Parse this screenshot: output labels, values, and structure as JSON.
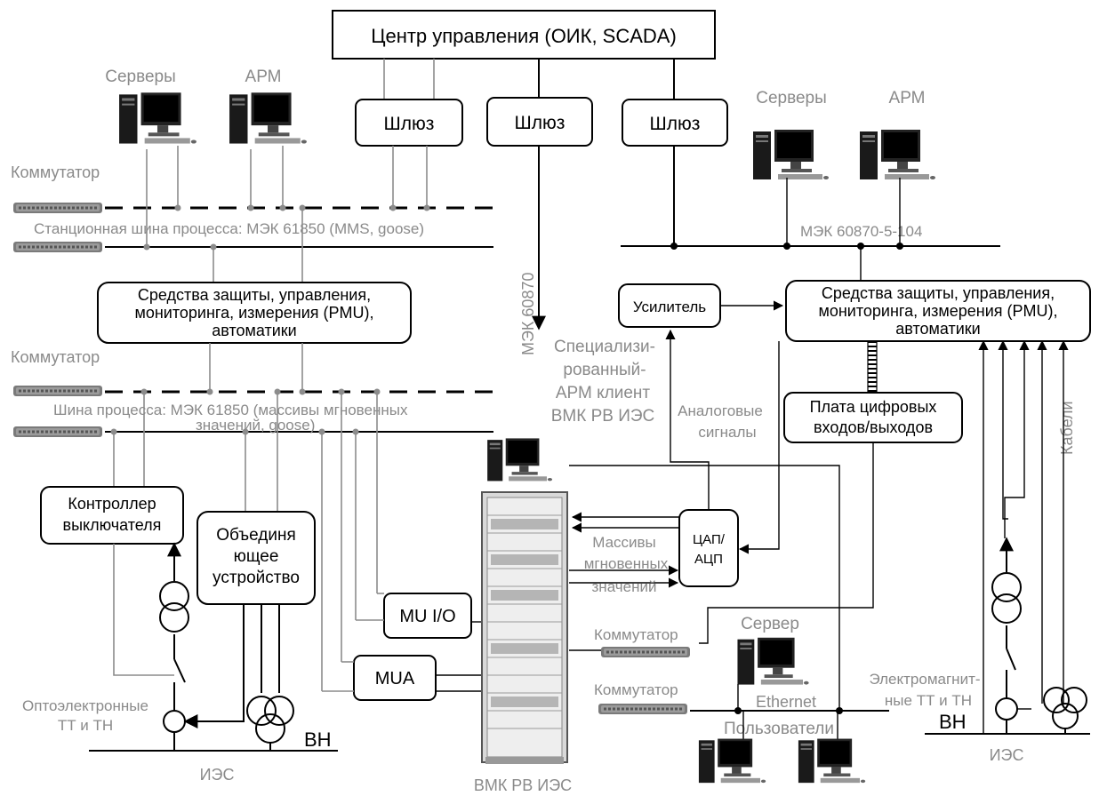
{
  "labels": {
    "control_center": "Центр управления (ОИК, SCADA)",
    "gateway": "Шлюз",
    "servers": "Серверы",
    "arm": "АРМ",
    "switch": "Коммутатор",
    "station_bus": "Станционная шина процесса: МЭК 61850 (MMS, goose)",
    "iec60870": "МЭК 60870",
    "iec104": "МЭК 60870-5-104",
    "protection_left": [
      "Средства защиты, управления,",
      "мониторинга, измерения (PMU),",
      "автоматики"
    ],
    "protection_right": [
      "Средства защиты, управления,",
      "мониторинга, измерения (PMU),",
      "автоматики"
    ],
    "amplifier": "Усилитель",
    "specialized_arm": [
      "Специализи-",
      "рованный-",
      "АРМ клиент",
      "ВМК РВ ИЭС"
    ],
    "analog_signals": [
      "Аналоговые",
      "сигналы"
    ],
    "digital_io": [
      "Плата цифровых",
      "входов/выходов"
    ],
    "cables": "Кабели",
    "process_bus": [
      "Шина процесса: МЭК 61850 (массивы мгновенных",
      "значений, goose)"
    ],
    "breaker_controller": [
      "Контроллер",
      "выключателя"
    ],
    "merging_unit": [
      "Объединя",
      "ющее",
      "устройство"
    ],
    "dac_adc": [
      "ЦАП/",
      "АЦП"
    ],
    "arrays": [
      "Массивы",
      "мгновенных",
      "значений"
    ],
    "mu_io": "MU I/O",
    "mua": "MUA",
    "server": "Сервер",
    "ethernet": "Ethernet",
    "users": "Пользователи",
    "optoelectronic": [
      "Оптоэлектронные",
      "ТТ и ТН"
    ],
    "electromagnetic": [
      "Электромагнит-",
      "ные ТТ и ТН"
    ],
    "hv": "ВН",
    "ies": "ИЭС",
    "vmk": "ВМК РВ ИЭС"
  },
  "icons": [
    "server-tower-icon",
    "monitor-icon",
    "network-switch-icon",
    "server-rack-icon",
    "transformer-icon",
    "breaker-icon",
    "current-transformer-icon"
  ]
}
